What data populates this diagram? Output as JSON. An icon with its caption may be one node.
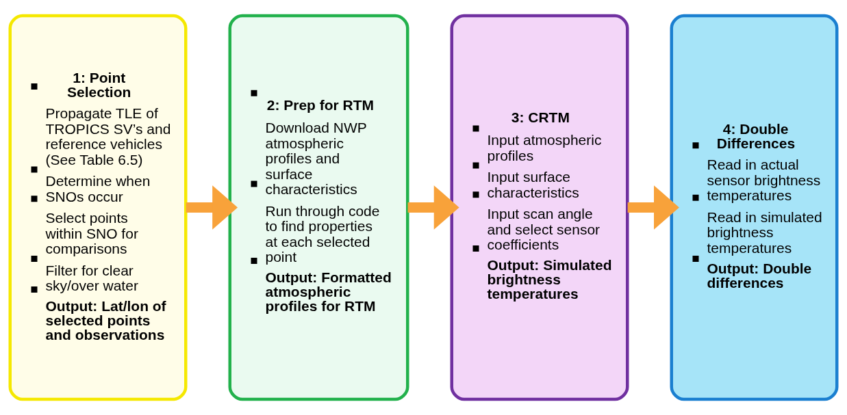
{
  "diagram": {
    "nodes": [
      {
        "text": [
          "1: Point Selection",
          "Propagate TLE of TROPICS SV’s and reference vehicles (See Table 6.5)",
          "Determine when SNOs occur",
          "Select points within SNO for comparisons",
          "Filter for clear sky/over water",
          "Output: Lat/lon of selected points and observations"
        ]
      },
      {
        "text": [
          "2: Prep for RTM",
          "Download NWP atmospheric profiles and surface characteristics",
          "Run through code to find properties at each selected point",
          "Output: Formatted atmospheric profiles for RTM"
        ]
      },
      {
        "text": [
          "3: CRTM",
          "Input atmospheric profiles",
          "Input surface characteristics",
          "Input scan angle and select sensor coefficients",
          "Output: Simulated brightness temperatures"
        ]
      },
      {
        "text": [
          "4: Double Differences",
          "Read in actual sensor brightness temperatures",
          "Read in simulated brightness temperatures",
          "Output: Double differences"
        ]
      }
    ],
    "edges": [
      {
        "from": 0,
        "to": 1,
        "arrow": "to"
      },
      {
        "from": 1,
        "to": 2,
        "arrow": "to"
      },
      {
        "from": 2,
        "to": 3,
        "arrow": "to"
      }
    ]
  }
}
